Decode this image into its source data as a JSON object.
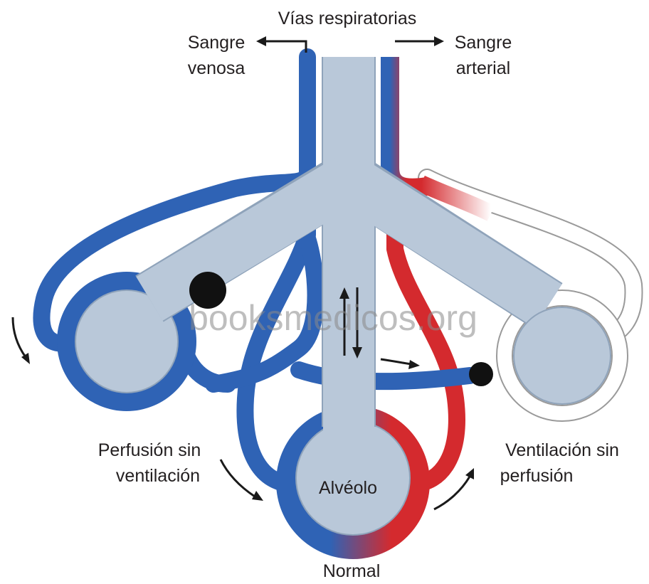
{
  "title": "Vías respiratorias",
  "left_top": {
    "line1": "Sangre",
    "line2": "venosa"
  },
  "right_top": {
    "line1": "Sangre",
    "line2": "arterial"
  },
  "left_unit": {
    "line1": "Perfusión sin",
    "line2": "ventilación"
  },
  "right_unit": {
    "line1": "Ventilación sin",
    "line2": "perfusión"
  },
  "center_unit": {
    "alveolus": "Alvéolo",
    "caption": "Normal"
  },
  "watermark": "booksmedicos.org",
  "colors": {
    "venous": "#2f63b5",
    "arterial": "#d42a2e",
    "airway": "#b9c8d9",
    "obstruction": "#111111"
  }
}
